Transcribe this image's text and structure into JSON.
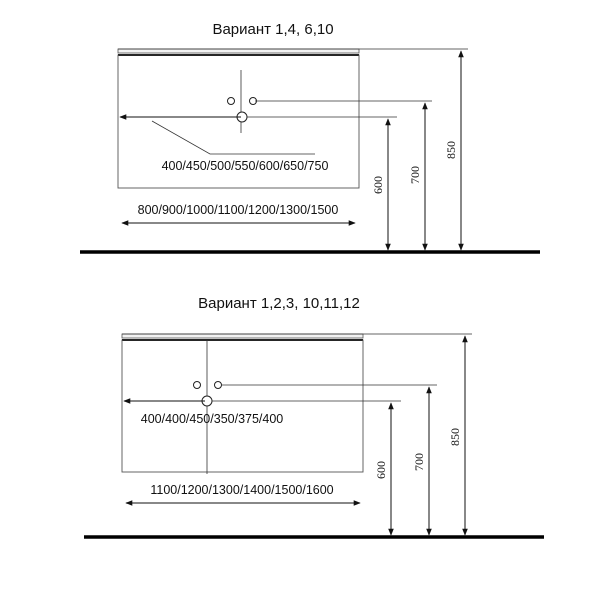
{
  "variant_a": {
    "title": "Вариант 1,4, 6,10",
    "depth_label": "400/450/500/550/600/650/750",
    "width_label": "800/900/1000/1100/1200/1300/1500",
    "height_600": "600",
    "height_700": "700",
    "height_850": "850"
  },
  "variant_b": {
    "title": "Вариант 1,2,3, 10,11,12",
    "depth_label": "400/400/450/350/375/400",
    "width_label": "1100/1200/1300/1400/1500/1600",
    "height_600": "600",
    "height_700": "700",
    "height_850": "850"
  }
}
